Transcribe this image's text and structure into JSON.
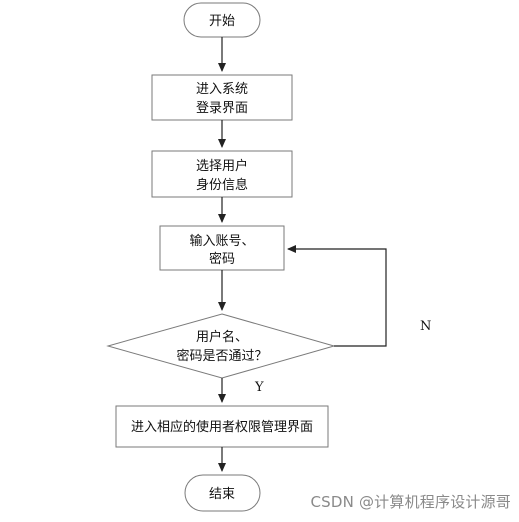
{
  "nodes": {
    "start": "开始",
    "login_line1": "进入系统",
    "login_line2": "登录界面",
    "select_line1": "选择用户",
    "select_line2": "身份信息",
    "input_line1": "输入账号、",
    "input_line2": "密码",
    "decision_line1": "用户名、",
    "decision_line2": "密码是否通过？",
    "enter": "进入相应的使用者权限管理界面",
    "end": "结束"
  },
  "labels": {
    "yes": "Y",
    "no": "N"
  },
  "watermark": "CSDN @计算机程序设计源哥"
}
